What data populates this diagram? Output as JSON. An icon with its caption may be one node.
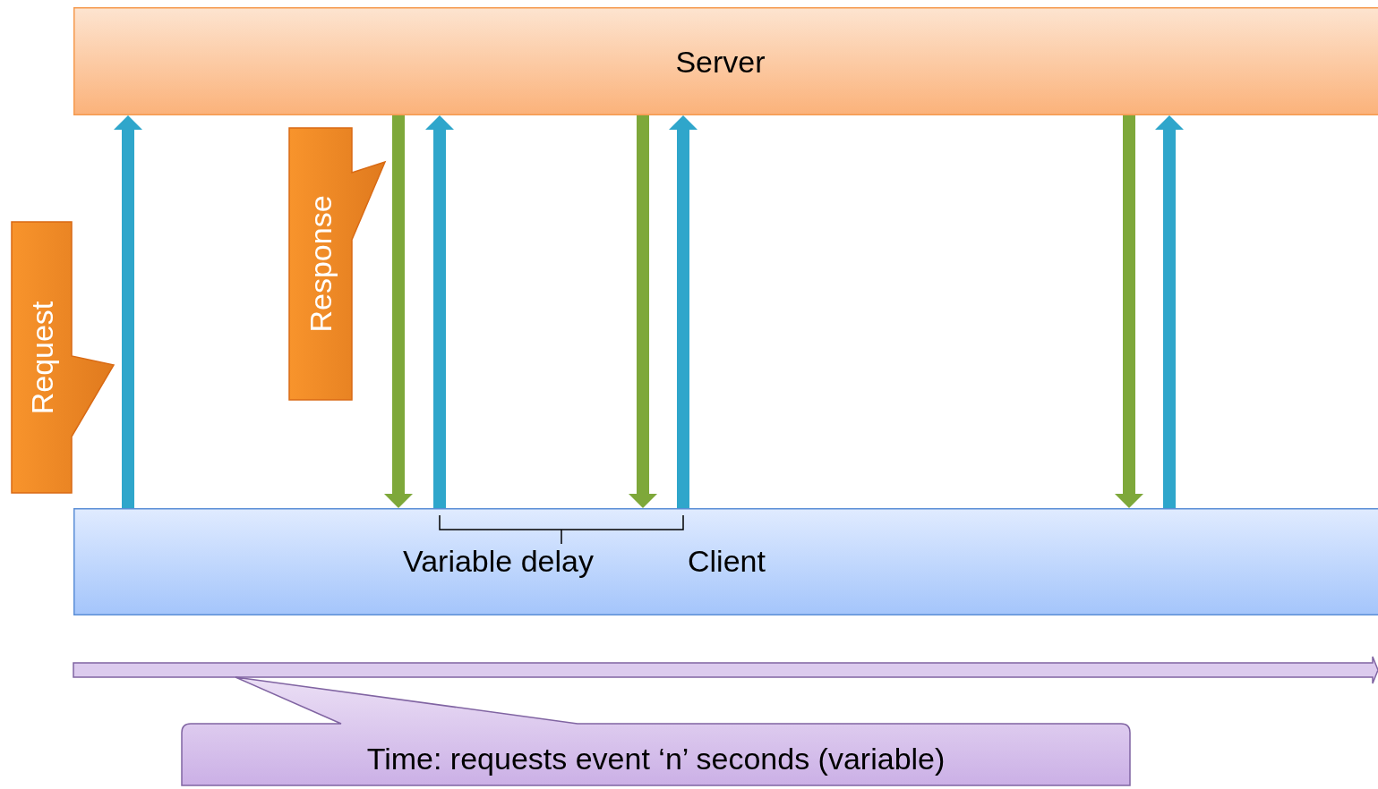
{
  "diagram": {
    "nodes": [
      {
        "text": [
          "Server"
        ]
      },
      {
        "text": [
          "Client"
        ]
      },
      {
        "text": [
          "Request"
        ]
      },
      {
        "text": [
          "Response"
        ]
      },
      {
        "text": [
          "Time: requests event ‘n’ seconds (variable)"
        ]
      }
    ],
    "edges": [
      {
        "from": 1,
        "to": 0,
        "arrow": "to"
      },
      {
        "from": 0,
        "to": 1,
        "arrow": "to",
        "color": "#7ea83a"
      },
      {
        "from": 1,
        "to": 0,
        "arrow": "to"
      },
      {
        "from": 0,
        "to": 1,
        "arrow": "to",
        "color": "#7ea83a"
      },
      {
        "from": 1,
        "to": 0,
        "arrow": "to"
      },
      {
        "from": 0,
        "to": 1,
        "arrow": "to",
        "color": "#7ea83a"
      },
      {
        "from": 1,
        "to": 0,
        "arrow": "to"
      }
    ],
    "labels": [
      "Variable delay"
    ]
  }
}
